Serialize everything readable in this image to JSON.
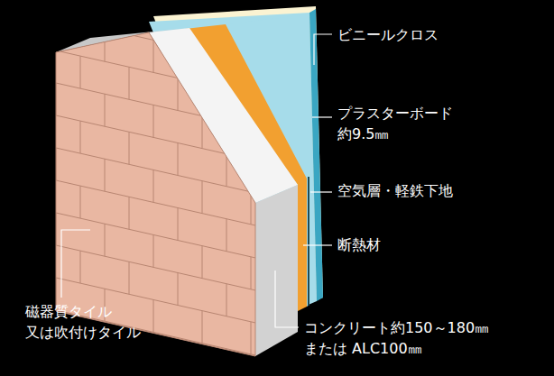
{
  "diagram": {
    "labels": [
      "ビニールクロス",
      "プラスターボード 約9.5㎜",
      "空気層・軽鉄下地",
      "断熱材",
      "磁器質タイル 又は吹付けタイル",
      "コンクリート約150～180㎜ または ALC100㎜"
    ]
  }
}
